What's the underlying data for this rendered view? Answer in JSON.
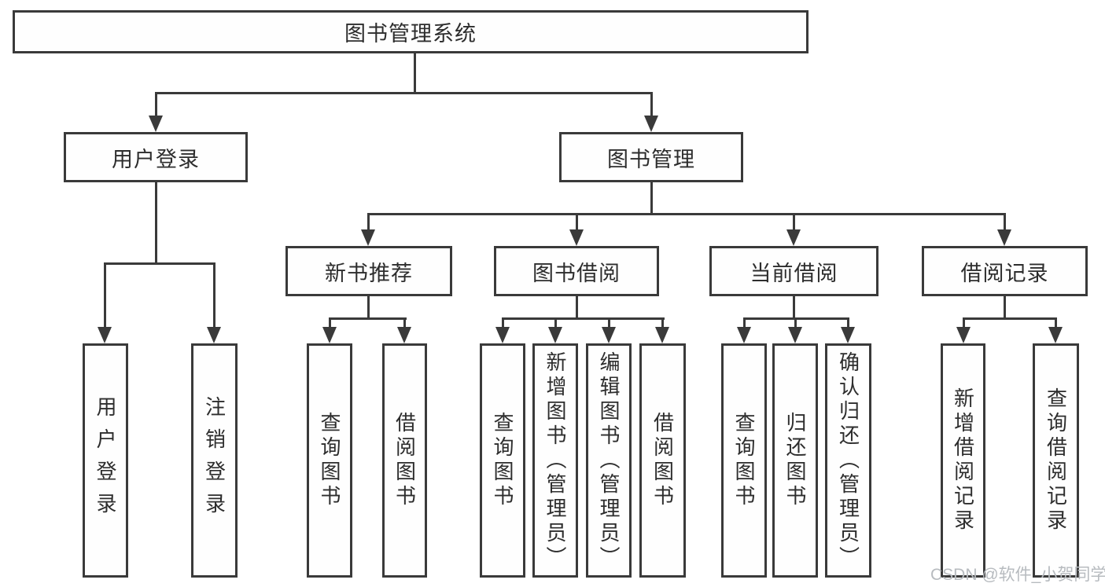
{
  "diagram": {
    "root": {
      "label": "图书管理系统"
    },
    "level2": [
      {
        "label": "用户登录"
      },
      {
        "label": "图书管理"
      }
    ],
    "level3": [
      {
        "label": "新书推荐"
      },
      {
        "label": "图书借阅"
      },
      {
        "label": "当前借阅"
      },
      {
        "label": "借阅记录"
      }
    ],
    "leaves": {
      "login": [
        "用户登录",
        "注销登录"
      ],
      "newbook": [
        "查询图书",
        "借阅图书"
      ],
      "borrow": [
        "查询图书",
        "新增图书（管理员）",
        "编辑图书（管理员）",
        "借阅图书"
      ],
      "current": [
        "查询图书",
        "归还图书",
        "确认归还（管理员）"
      ],
      "records": [
        "新增借阅记录",
        "查询借阅记录"
      ]
    }
  },
  "watermark": {
    "text": "CSDN @软件_小贺同学"
  },
  "colors": {
    "line": "#3a3a3a",
    "text": "#2d2d2d",
    "watermark": "#b7bbbf",
    "background": "#ffffff"
  }
}
